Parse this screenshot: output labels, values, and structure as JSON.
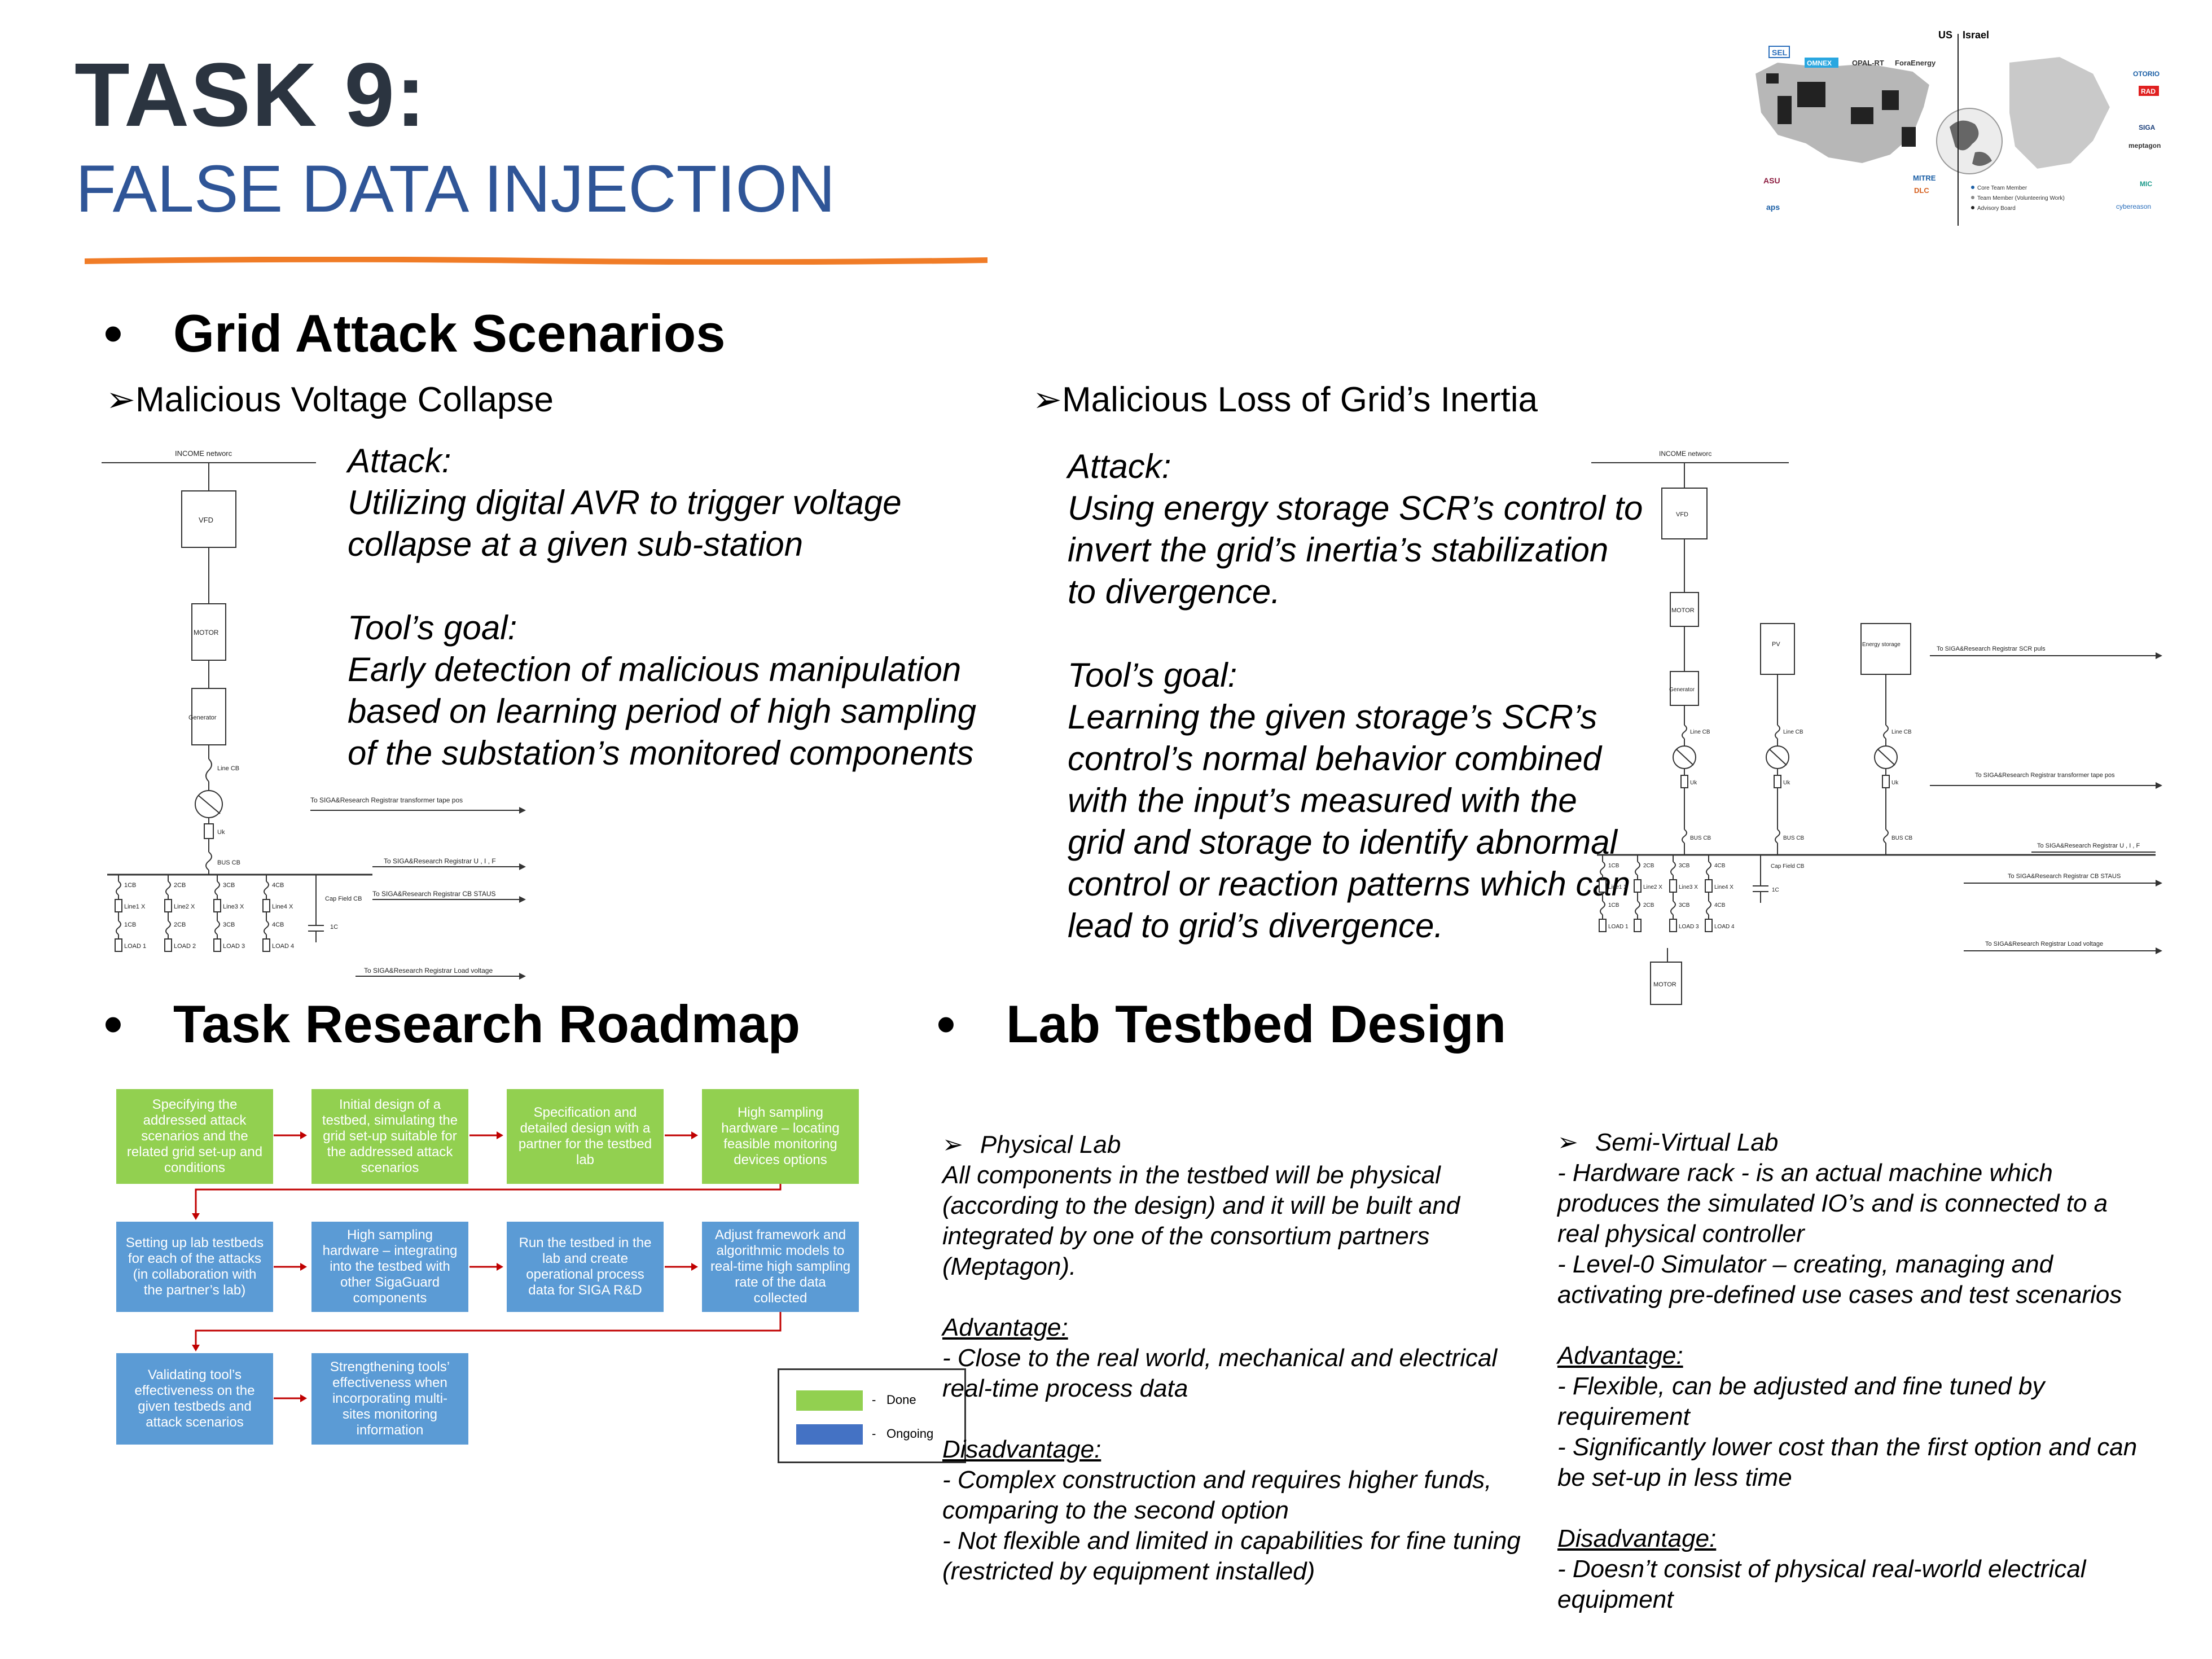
{
  "header": {
    "title_line1": "TASK 9:",
    "title_line2": "FALSE DATA INJECTION",
    "accent_color": "#f07c27",
    "title_color": "#2b3440",
    "subtitle_color": "#2f5597"
  },
  "logos_panel": {
    "us_label": "US",
    "israel_label": "Israel",
    "legend_items": [
      "Core Team Member",
      "Team Member (Volunteering Work)",
      "Advisory Board"
    ],
    "logo_names": [
      "SEL",
      "OMNEX",
      "OPAL-RT",
      "ForaEnergy",
      "ASU",
      "aps",
      "MITRE",
      "DLC",
      "OTORIO",
      "RAD",
      "SIGA",
      "meptagon",
      "MIC",
      "cybereason"
    ]
  },
  "grid_attack": {
    "heading": "Grid Attack Scenarios",
    "voltage": {
      "title": "Malicious Voltage Collapse",
      "attack_text": "Attack:\nUtilizing digital AVR to trigger voltage\ncollapse at a given sub-station\n\nTool’s goal:\nEarly detection of malicious manipulation\nbased on learning period of high sampling\nof the substation’s monitored components",
      "diagram": {
        "top_label": "INCOME networc",
        "vfd": "VFD",
        "motor": "MOTOR",
        "generator": "Generator",
        "line_cb": "Line CB",
        "uk": "Uk",
        "bus_cb": "BUS CB",
        "feeders": [
          "1CB",
          "2CB",
          "3CB",
          "4CB"
        ],
        "lines": [
          "Line1 X",
          "Line2 X",
          "Line3 X",
          "Line4 X"
        ],
        "loads": [
          "LOAD 1",
          "LOAD 2",
          "LOAD 3",
          "LOAD 4"
        ],
        "cap_cb": "Cap Field CB",
        "cap": "1C",
        "outputs": [
          "To SIGA&Research Registrar transformer tape pos",
          "To SIGA&Research Registrar U , I , F",
          "To SIGA&Research Registrar CB STAUS",
          "To SIGA&Research Registrar Load voltage"
        ]
      }
    },
    "inertia": {
      "title": "Malicious Loss of Grid’s Inertia",
      "attack_text": "Attack:\nUsing energy storage SCR’s control to\ninvert the grid’s inertia’s stabilization\nto divergence.\n\nTool’s goal:\nLearning the given storage’s SCR’s\ncontrol’s normal behavior combined\nwith the input’s measured with the\ngrid and storage to identify abnormal\ncontrol or reaction patterns which can\nlead to grid’s divergence.",
      "diagram": {
        "top_label": "INCOME networc",
        "vfd": "VFD",
        "motor": "MOTOR",
        "generator": "Generator",
        "pv": "PV",
        "storage": "Energy storage",
        "line_cb": "Line CB",
        "uk": "Uk",
        "bus_cb": "BUS CB",
        "feeders": [
          "1CB",
          "2CB",
          "3CB",
          "4CB"
        ],
        "lines": [
          "Line1 X",
          "Line2 X",
          "Line3 X",
          "Line4 X"
        ],
        "loads": [
          "LOAD 1",
          "LOAD 3",
          "LOAD 4"
        ],
        "cap_cb": "Cap Field CB",
        "cap": "1C",
        "bottom_motor": "MOTOR",
        "outputs": [
          "To SIGA&Research Registrar SCR puls",
          "To SIGA&Research Registrar transformer tape pos",
          "To SIGA&Research Registrar U , I , F",
          "To SIGA&Research Registrar CB STAUS",
          "To SIGA&Research Registrar Load voltage"
        ]
      }
    }
  },
  "roadmap": {
    "heading": "Task Research Roadmap",
    "steps": [
      {
        "text": "Specifying the addressed attack scenarios and the related grid set-up and conditions",
        "status": "done"
      },
      {
        "text": "Initial design of a testbed, simulating the grid set-up suitable for the addressed attack scenarios",
        "status": "done"
      },
      {
        "text": "Specification and detailed design with a partner for the testbed lab",
        "status": "done"
      },
      {
        "text": "High sampling hardware – locating feasible monitoring devices options",
        "status": "done"
      },
      {
        "text": "Setting up lab testbeds for each of the attacks (in collaboration with the partner’s lab)",
        "status": "ongoing"
      },
      {
        "text": "High sampling hardware – integrating into the testbed with other SigaGuard components",
        "status": "ongoing"
      },
      {
        "text": "Run the testbed in the lab and create operational process data for SIGA R&D",
        "status": "ongoing"
      },
      {
        "text": "Adjust framework and algorithmic models to real-time high sampling rate of the data collected",
        "status": "ongoing"
      },
      {
        "text": "Validating tool’s effectiveness on the given testbeds and attack scenarios",
        "status": "ongoing"
      },
      {
        "text": "Strengthening tools’ effectiveness when incorporating multi-sites monitoring information",
        "status": "ongoing"
      }
    ],
    "legend": {
      "done": "Done",
      "ongoing": "Ongoing",
      "dash": "-"
    },
    "colors": {
      "done": "#92d050",
      "ongoing": "#5b9bd5",
      "arrow": "#c00000"
    }
  },
  "lab": {
    "heading": "Lab Testbed Design",
    "physical": {
      "title": "Physical Lab",
      "description": "All components in the testbed will be physical (according to the design) and it will be built and integrated by one of the consortium partners (Meptagon).",
      "advantage_label": "Advantage:",
      "advantages": [
        "- Close to the real world, mechanical and electrical real-time process data"
      ],
      "disadvantage_label": "Disadvantage:",
      "disadvantages": [
        "- Complex construction and requires higher funds, comparing to the second option",
        "- Not flexible and limited in capabilities for fine tuning (restricted by equipment installed)"
      ]
    },
    "semi": {
      "title": "Semi-Virtual Lab",
      "items": [
        "- Hardware rack - is an actual machine which produces the simulated IO’s and is connected to a real physical controller",
        "- Level-0 Simulator – creating, managing and activating pre-defined use cases and test scenarios"
      ],
      "advantage_label": "Advantage:",
      "advantages": [
        "- Flexible, can be adjusted and fine tuned by requirement",
        "- Significantly lower cost than the first option and can be set-up in less time"
      ],
      "disadvantage_label": "Disadvantage:",
      "disadvantages": [
        "- Doesn’t consist of physical real-world electrical equipment"
      ]
    }
  }
}
